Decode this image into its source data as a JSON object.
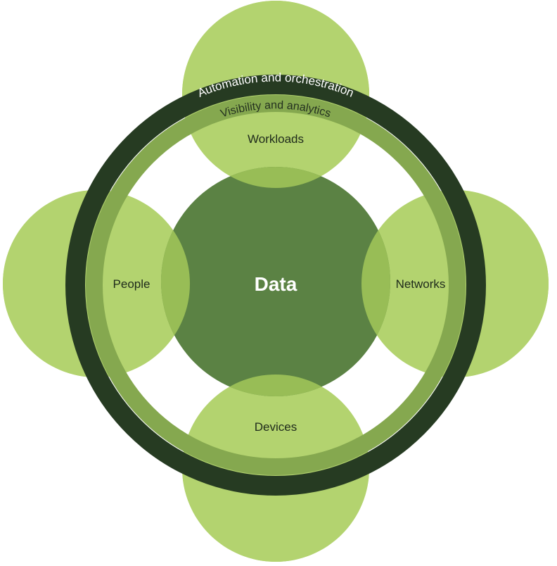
{
  "center": {
    "label": "Data",
    "color": "#5b8244"
  },
  "pillars": {
    "top": {
      "label": "Workloads"
    },
    "right": {
      "label": "Networks"
    },
    "bottom": {
      "label": "Devices"
    },
    "left": {
      "label": "People"
    }
  },
  "rings": {
    "outer": {
      "label": "Automation and orchestration",
      "color": "#263b22"
    },
    "inner": {
      "label": "Visibility and analytics",
      "color": "#85a84f"
    }
  },
  "colors": {
    "pillar": "#b3d36f",
    "overlap": "#98bd56"
  }
}
